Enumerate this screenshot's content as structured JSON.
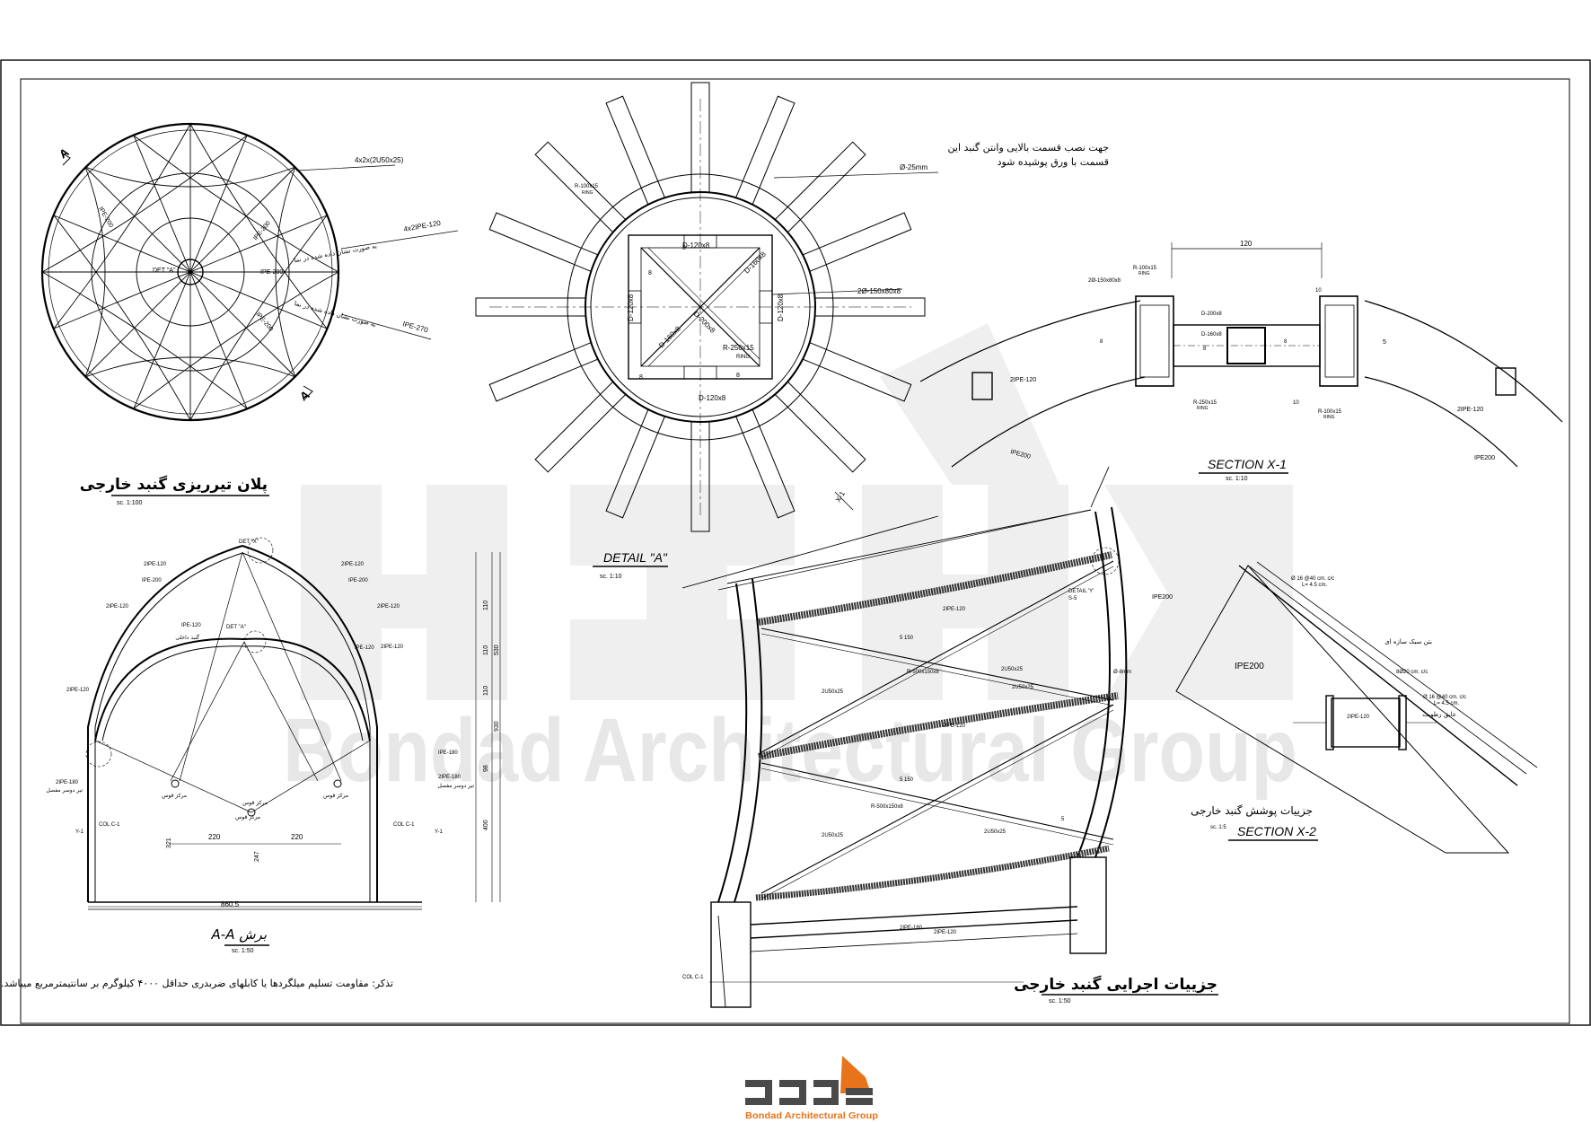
{
  "watermark": "Bondad Architectural Group",
  "logo": {
    "tagline": "Bondad Architectural Group"
  },
  "plan": {
    "title": "پلان تیرریزی گنبد خارجی",
    "scale": "sc. 1:100",
    "section_marker": "A",
    "labels": [
      "4x2x(2U50x25)",
      "4x2IPE-120",
      "به صورت نشان داده شده در نما",
      "IPE-270",
      "به صورت نشان داده شده در نما",
      "IPE-200",
      "IPE-200",
      "IPE-200",
      "IPE-200",
      "DET \"A\""
    ]
  },
  "detail_a": {
    "title": "DETAIL \"A\"",
    "scale": "sc. 1:10",
    "note_line1": "جهت نصب قسمت بالایی وانتن گنبد این",
    "note_line2": "قسمت با ورق پوشیده شود",
    "labels": [
      "Ø-25mm",
      "D-120x8",
      "D-160x8",
      "D-200x8",
      "D-160x8",
      "D-120x8",
      "D-120x8",
      "D-120x8",
      "R-250x15",
      "RING",
      "2Ø-150x80x8",
      "R-100x15",
      "RING",
      "8",
      "8",
      "8",
      "8",
      "X-1"
    ]
  },
  "section_x1": {
    "title": "SECTION X-1",
    "scale": "sc. 1:10",
    "dimension": "120",
    "labels": [
      "R-100x15",
      "RING",
      "2Ø-150x80x8",
      "D-200x8",
      "D-160x8",
      "R-250x15",
      "RING",
      "R-100x15",
      "RING",
      "2IPE-120",
      "2IPE-120",
      "IPE200",
      "IPE200",
      "10",
      "10",
      "5",
      "8",
      "8",
      "8"
    ]
  },
  "section_aa": {
    "title": "برش A-A",
    "scale": "sc. 1:50",
    "labels": [
      "2IPE-120",
      "IPE-200",
      "2IPE-120",
      "2IPE-120",
      "2IPE-120",
      "IPE-200",
      "2IPE-120",
      "IPE-120",
      "IPE-120",
      "2IPE-120",
      "DET \"X\"",
      "DET \"A\"",
      "COL C-1",
      "COL C-1",
      "Y-1",
      "Y-1",
      "2IPE-180",
      "2IPE-180",
      "IPE-180",
      "مرکز قوس",
      "مرکز قوس",
      "مرکز قوس",
      "مرکز قوس",
      "تیر دوسر مفصل",
      "تیر دوسر مفصل",
      "گنبد داخلی"
    ],
    "dims_h": [
      "220",
      "220",
      "860.5"
    ],
    "dims_v": [
      "110",
      "110",
      "110",
      "98",
      "930",
      "530",
      "400",
      "321",
      "247"
    ]
  },
  "execution": {
    "title": "جزییات اجرایی گنبد خارجی",
    "scale": "sc. 1:50",
    "labels": [
      "2IPE-120",
      "2IPE-120",
      "2IPE-120",
      "IPE200",
      "DETAIL 'Y'",
      "S-5",
      "2U50x25",
      "2U50x25",
      "2U50x25",
      "2U50x25",
      "2U50x25",
      "R-500x150x8",
      "R-500x150x8",
      "Ø-8mm",
      "5 150",
      "5 150",
      "5",
      "2IPE-180",
      "COL C-1"
    ]
  },
  "section_x2": {
    "title": "SECTION X-2",
    "subtitle": "جزییات پوشش گنبد خارجی",
    "scale": "sc. 1:5",
    "labels": [
      "Ø 16 @40 cm. c/c",
      "L= 4.5 cm.",
      "بتن سبک سازه ای",
      "IPE200",
      "8Ø20 cm. c/c",
      "Ø 16 @40 cm. c/c",
      "L= 4.5 cm.",
      "2IPE-120",
      "عایق رطوبت"
    ]
  },
  "footnote": "تذکر: مقاومت تسلیم میلگردها یا کابلهای ضربدری حداقل ۴۰۰۰ کیلوگرم بر سانتیمترمربع میباشد."
}
